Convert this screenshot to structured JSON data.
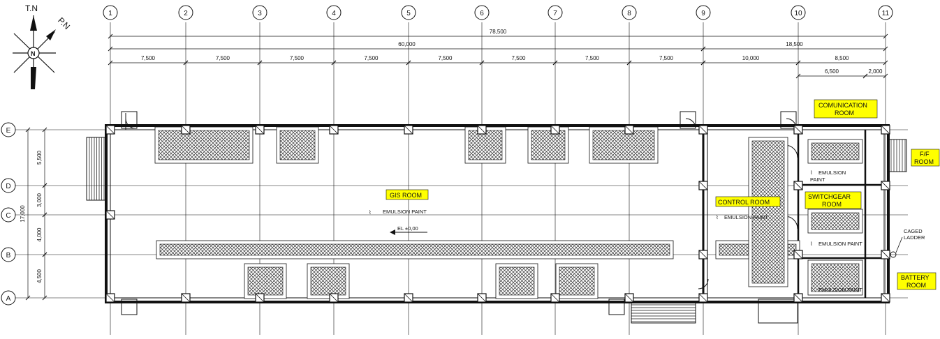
{
  "north": {
    "true_north": "T.N",
    "plant_north": "P.N"
  },
  "grid": {
    "columns": [
      "1",
      "2",
      "3",
      "4",
      "5",
      "6",
      "7",
      "8",
      "9",
      "10",
      "11"
    ],
    "rows": [
      "E",
      "D",
      "C",
      "B",
      "A"
    ]
  },
  "dims": {
    "overall": "78,500",
    "sub_left": "60,000",
    "sub_right": "18,500",
    "bays": [
      "7,500",
      "7,500",
      "7,500",
      "7,500",
      "7,500",
      "7,500",
      "7,500",
      "7,500",
      "10,000",
      "8,500"
    ],
    "right_sub": [
      "6,500",
      "2,000"
    ],
    "vertical_total": "17,000",
    "vertical": [
      "5,500",
      "3,000",
      "4,000",
      "4,500"
    ]
  },
  "rooms": {
    "gis": "GIS ROOM",
    "control": "CONTROL ROOM",
    "communication": [
      "COMUNICATION",
      "ROOM"
    ],
    "switchgear": [
      "SWITCHGEAR",
      "ROOM"
    ],
    "battery": [
      "BATTERY",
      "ROOM"
    ],
    "ff": [
      "F/F",
      "ROOM"
    ]
  },
  "notes": {
    "gis_paint": "EMULSION PAINT",
    "elevation": "EL ±0,00",
    "control_paint": "EMULSION PAINT",
    "comm_paint": [
      "EMULSION",
      "PAINT"
    ],
    "switch_paint": "EMULSION PAINT",
    "battery_paint": "EMULSION PAINT",
    "ladder": [
      "CAGED",
      "LADDER"
    ]
  },
  "colors": {
    "tag_fill": "#ffff00",
    "line": "#111111",
    "hatch": "#333333"
  }
}
